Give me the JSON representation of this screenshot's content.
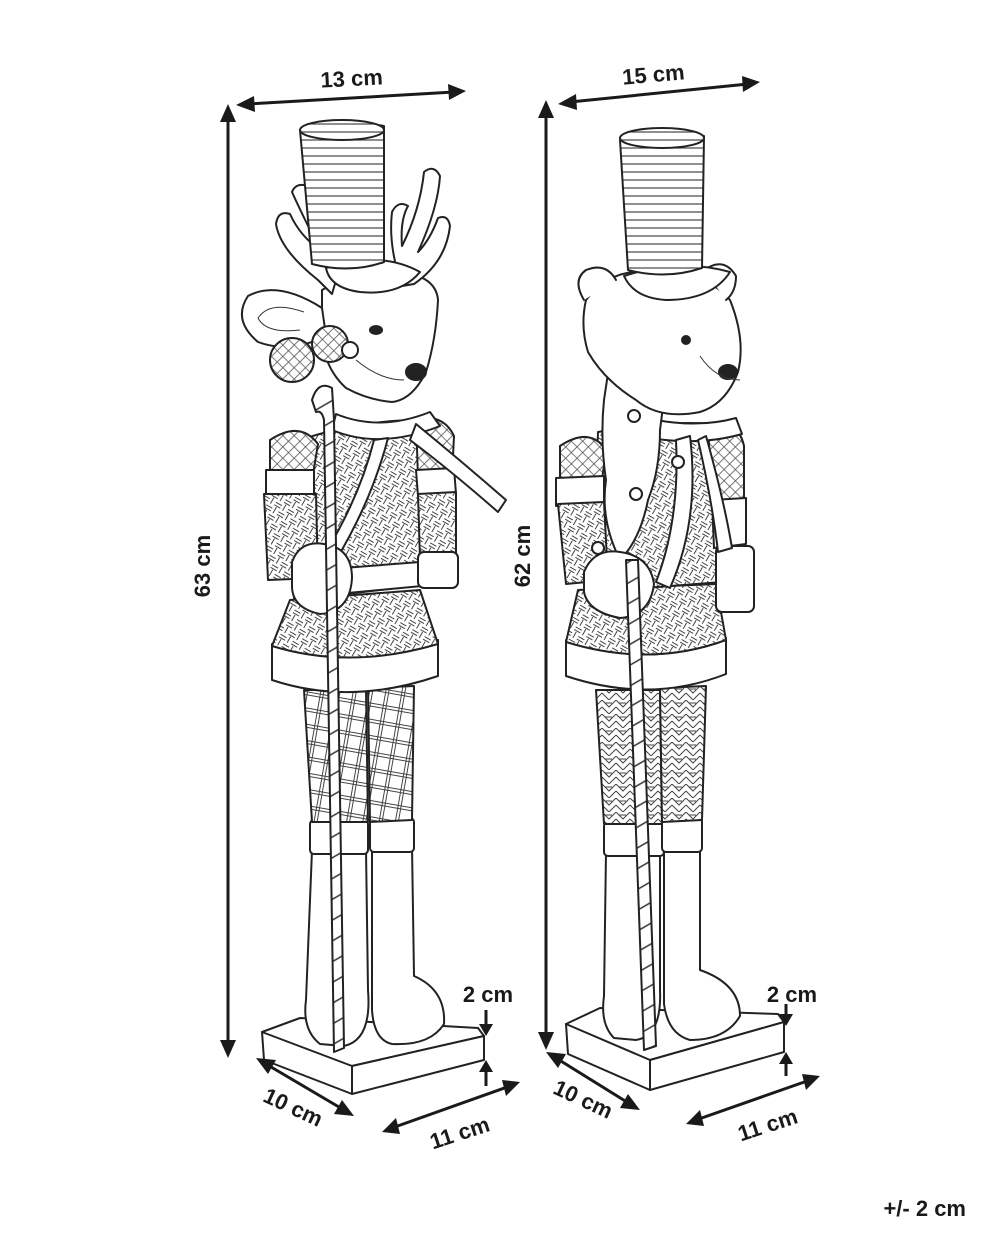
{
  "dimensions": {
    "left_width": "13 cm",
    "left_height": "63 cm",
    "left_base_height": "2 cm",
    "left_base_depth": "10 cm",
    "left_base_width": "11 cm",
    "right_width": "15 cm",
    "right_height": "62 cm",
    "right_base_height": "2 cm",
    "right_base_depth": "10 cm",
    "right_base_width": "11 cm"
  },
  "tolerance": "+/- 2 cm"
}
